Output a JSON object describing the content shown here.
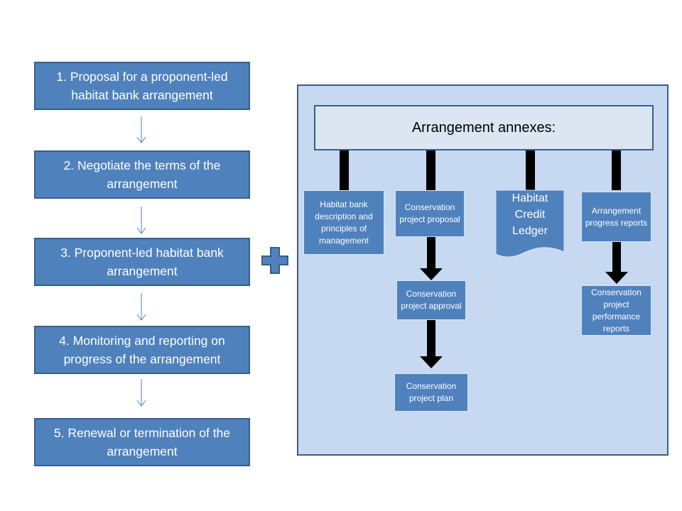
{
  "steps": [
    {
      "label": "1. Proposal for a proponent-led habitat bank arrangement"
    },
    {
      "label": "2. Negotiate the terms of the arrangement"
    },
    {
      "label": "3. Proponent-led habitat bank arrangement"
    },
    {
      "label": "4. Monitoring and reporting on progress of the arrangement"
    },
    {
      "label": "5. Renewal or termination of the arrangement"
    }
  ],
  "annexes": {
    "header": "Arrangement annexes:",
    "habitat_bank": "Habitat bank description and principles of management",
    "cp_proposal": "Conservation project proposal",
    "cp_approval": "Conservation project approval",
    "cp_plan": "Conservation project plan",
    "ledger": "Habitat Credit Ledger",
    "progress_reports": "Arrangement progress reports",
    "performance_reports": "Conservation project performance reports"
  },
  "colors": {
    "box_fill": "#4f81bd",
    "box_border": "#385d8a",
    "panel_fill": "#c6d9f1",
    "header_fill": "#dce6f2",
    "connector": "#000000",
    "plus": "#4f81bd"
  },
  "icons": {
    "plus": "plus-icon"
  }
}
